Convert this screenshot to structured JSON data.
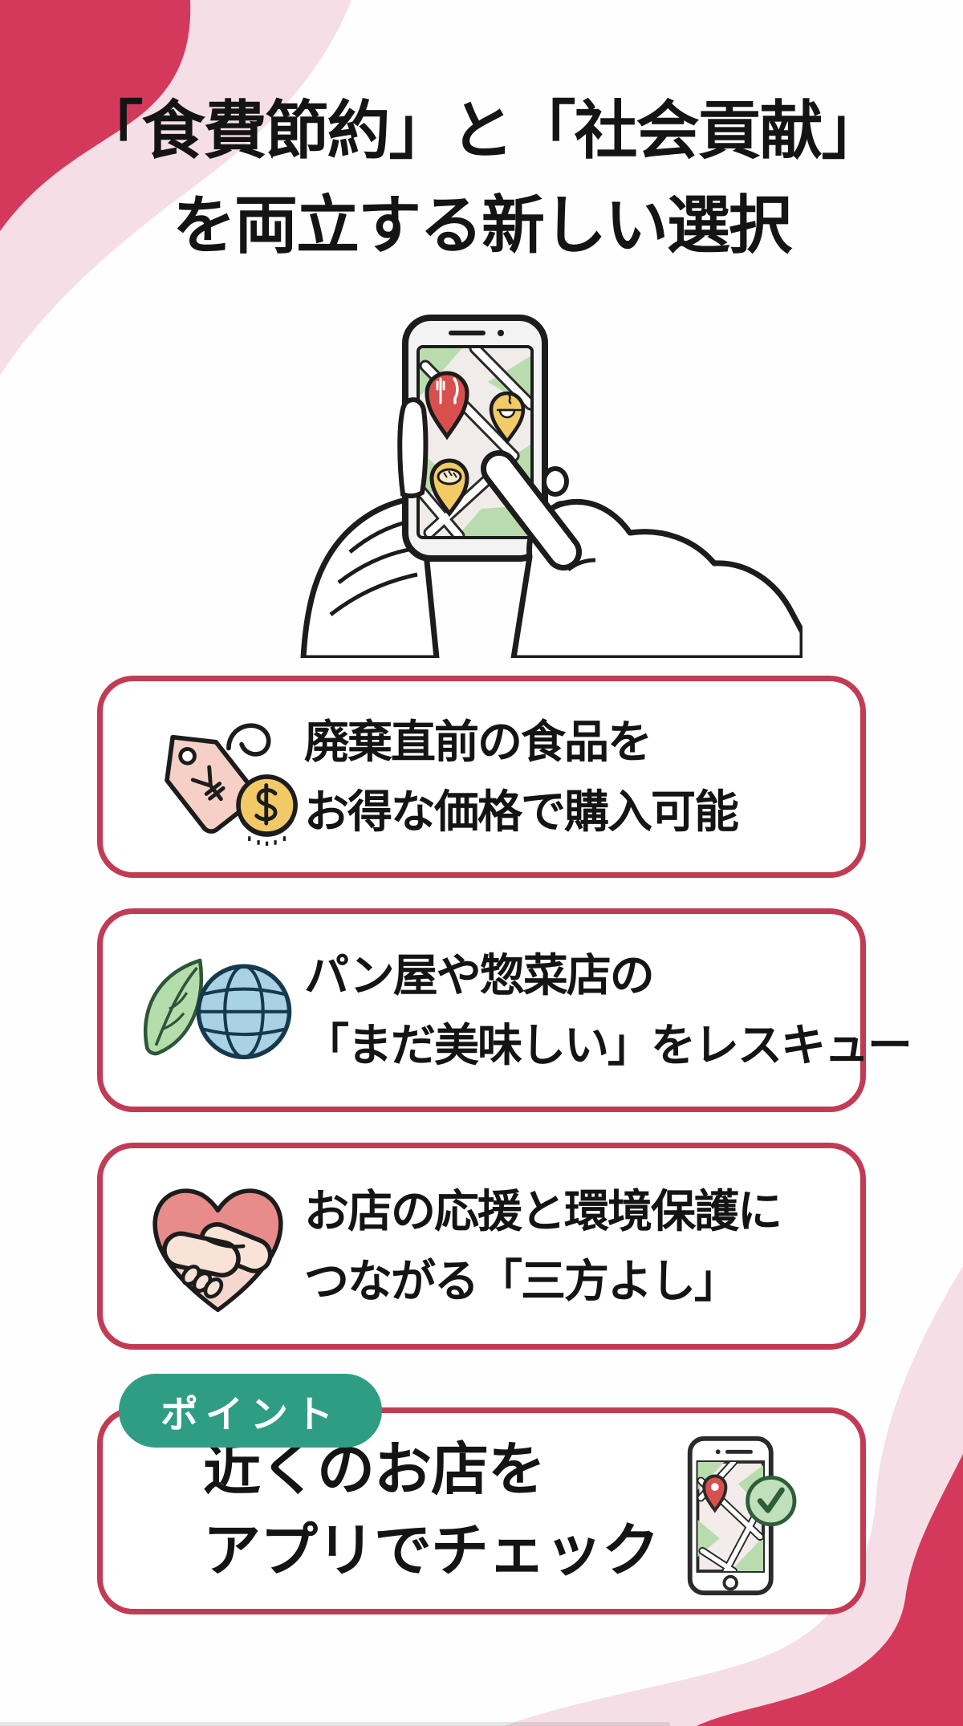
{
  "title": {
    "line1": "「食費節約」と「社会貢献」",
    "line2": "を両立する新しい選択"
  },
  "hero": {
    "icon": "hands-holding-smartphone-map-illustration"
  },
  "features": [
    {
      "icon": "price-tag-yen-and-coin-icon",
      "line1": "廃棄直前の食品を",
      "line2": "お得な価格で購入可能"
    },
    {
      "icon": "leaf-and-globe-icon",
      "line1": "パン屋や惣菜店の",
      "line2": "「まだ美味しい」をレスキュー"
    },
    {
      "icon": "heart-handshake-icon",
      "line1": "お店の応援と環境保護に",
      "line2": "つながる「三方よし」"
    }
  ],
  "point": {
    "badge": "ポイント",
    "line1": "近くのお店を",
    "line2": "アプリでチェック",
    "icon": "smartphone-map-with-checkmark-icon"
  },
  "colors": {
    "accent_red": "#d4395c",
    "light_pink": "#f6dee6",
    "card_border": "#c23b54",
    "badge_green": "#2f9d84",
    "text": "#141414",
    "map_green": "#b9dcae",
    "pin_red": "#d8504e",
    "pin_yellow": "#f2ca66",
    "coin_gold": "#f1ca67",
    "tag_pink": "#f6cfc7",
    "globe_blue": "#a9d2e4",
    "leaf_green": "#b5dcab",
    "heart_pink": "#e88b8b"
  }
}
